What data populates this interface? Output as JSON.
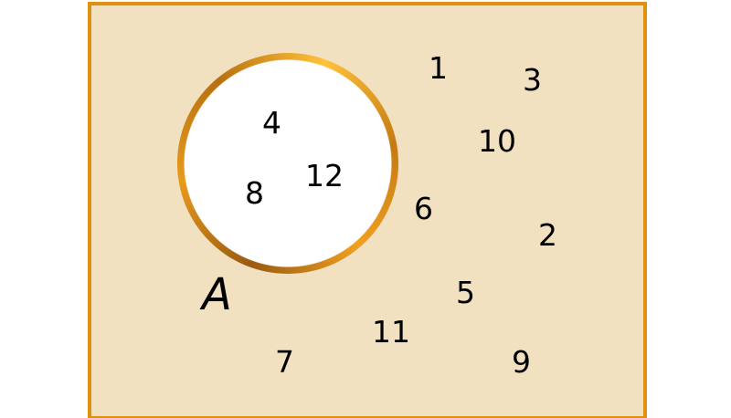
{
  "diagram": {
    "set_label": "A",
    "inside_set": [
      "4",
      "8",
      "12"
    ],
    "outside_set": [
      "1",
      "3",
      "10",
      "6",
      "2",
      "5",
      "11",
      "7",
      "9"
    ]
  },
  "colors": {
    "universe_fill": "#f2e1c1",
    "universe_border": "#e0900f",
    "circle_ring": "#e79a1c",
    "circle_fill": "#ffffff"
  }
}
